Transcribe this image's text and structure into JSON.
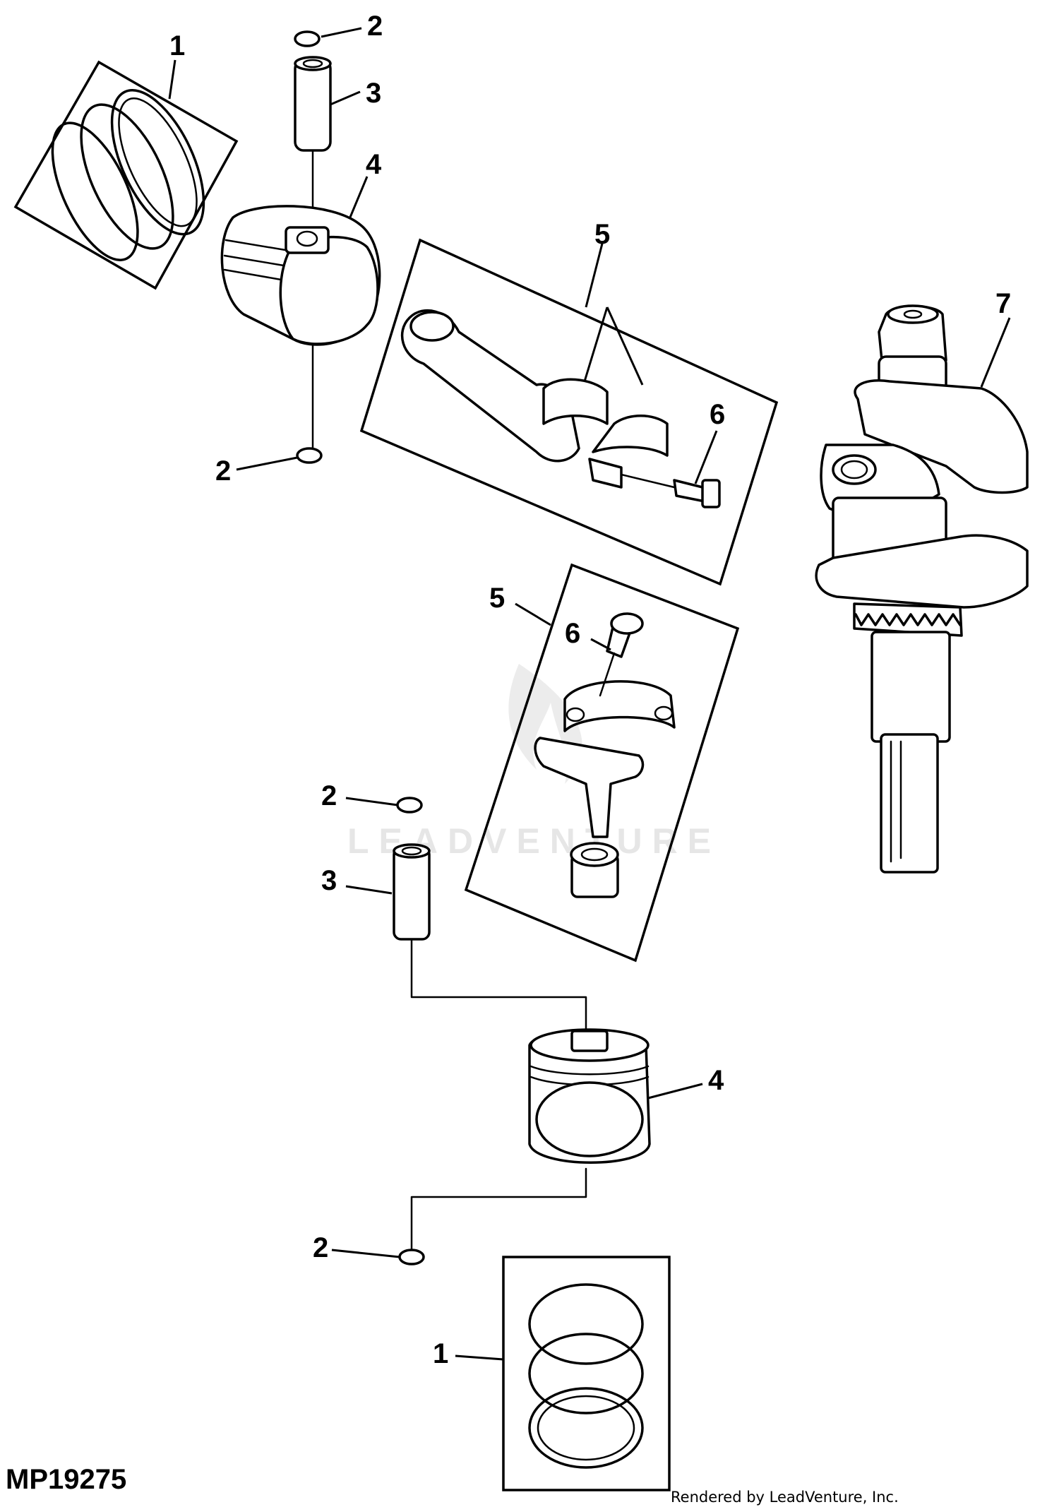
{
  "figure_id": "MP19275",
  "credit": "Rendered by LeadVenture, Inc.",
  "watermark": "LEADVENTURE",
  "callouts": {
    "rings_upper": "1",
    "retainer_upper_top": "2",
    "pin_upper": "3",
    "piston_upper": "4",
    "rod_upper": "5",
    "bolt_upper": "6",
    "crankshaft": "7",
    "retainer_upper_bottom": "2",
    "rod_lower": "5",
    "bolt_lower": "6",
    "retainer_lower_top": "2",
    "pin_lower": "3",
    "piston_lower": "4",
    "retainer_lower_bottom": "2",
    "rings_lower": "1"
  }
}
